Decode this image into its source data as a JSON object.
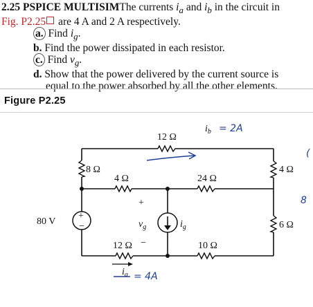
{
  "problem": {
    "number": "2.25",
    "tags": "PSPICE MULTISIM",
    "intro_a": "The currents ",
    "intro_b": " and ",
    "intro_c": " in the circuit in",
    "ia": "i",
    "ia_sub": "a",
    "ib": "i",
    "ib_sub": "b",
    "fig_ref": "Fig. P2.25",
    "intro_d": " are 4 A and 2 A respectively.",
    "parts": [
      {
        "label": "a.",
        "text": "Find ",
        "var": "i",
        "sub": "g",
        "end": "."
      },
      {
        "label": "b.",
        "text": "Find the power dissipated in each resistor."
      },
      {
        "label": "c.",
        "text": "Find ",
        "var": "v",
        "sub": "g",
        "end": "."
      },
      {
        "label": "d.",
        "text": "Show that the power delivered by the current source is",
        "text2": "equal to the power absorbed by all the other elements."
      }
    ]
  },
  "figure": {
    "label": "Figure P2.25"
  },
  "circuit": {
    "r_top": "12 Ω",
    "r_left": "8 Ω",
    "r_mid": "4 Ω",
    "r_mid_right": "24 Ω",
    "r_right_top": "4 Ω",
    "r_right_bot": "6 Ω",
    "r_bot_left": "12 Ω",
    "r_bot_right": "10 Ω",
    "source_v": "80 V",
    "plus": "+",
    "minus": "−",
    "vg": "v",
    "vg_sub": "g",
    "ig": "i",
    "ig_sub": "g",
    "ib": "i",
    "ib_sub": "b",
    "ia": "i",
    "ia_sub": "a"
  },
  "annotations": {
    "ib_value": "= 2A",
    "ia_value": "= 4A",
    "margin_8": "8",
    "margin_paren": "("
  }
}
